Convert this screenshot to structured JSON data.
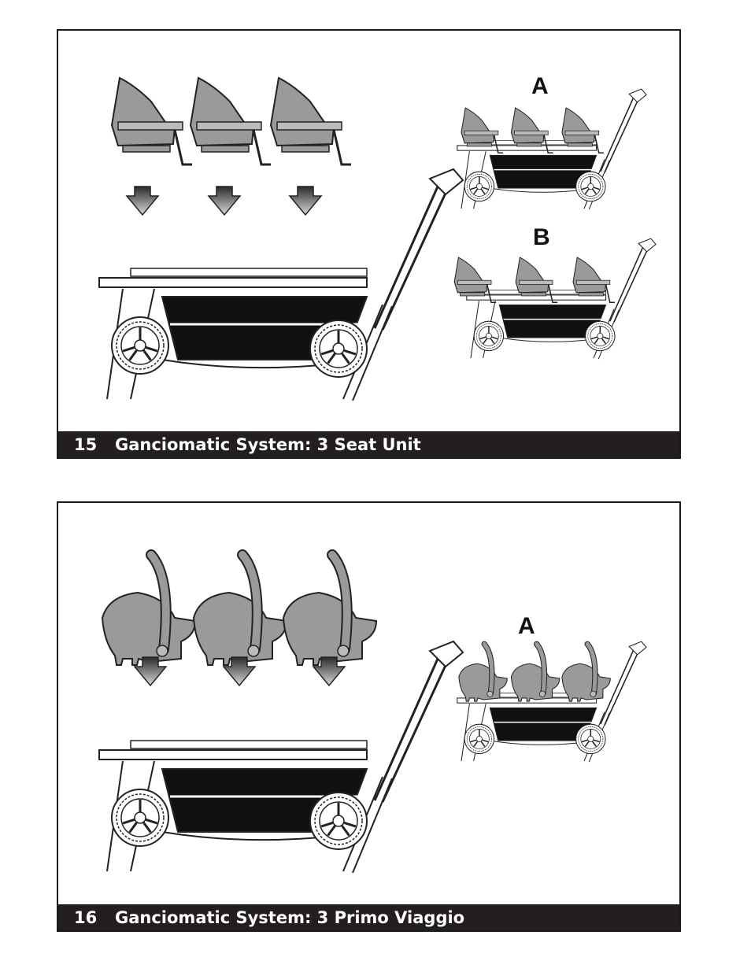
{
  "panels": [
    {
      "number": "15",
      "title": "Ganciomatic System:  3 Seat Unit",
      "labels": [
        "A",
        "B"
      ]
    },
    {
      "number": "16",
      "title": "Ganciomatic System:  3 Primo Viaggio",
      "labels": [
        "A"
      ]
    }
  ],
  "colors": {
    "seat_fill": "#9a9a9a",
    "frame_stroke": "#222222",
    "basket_fill": "#111111",
    "caption_bg": "#231f20",
    "caption_text": "#ffffff"
  },
  "icons": [
    "down-arrow-icon",
    "stroller-frame-icon",
    "seat-unit-icon",
    "infant-carrier-icon",
    "wheel-icon"
  ]
}
